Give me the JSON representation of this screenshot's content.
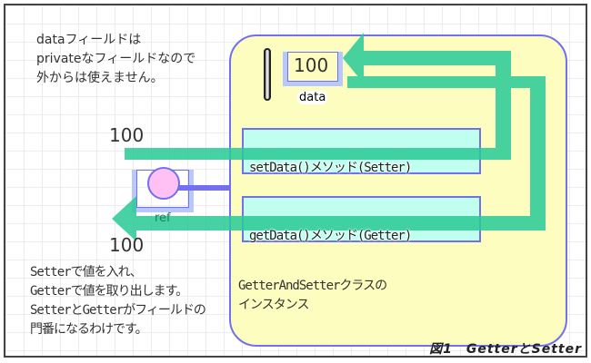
{
  "top_note": [
    "dataフィールドは",
    "privateなフィールドなので",
    "外からは使えません。"
  ],
  "bottom_note": [
    "Setterで値を入れ、",
    "Getterで値を取り出します。",
    "SetterとGetterがフィールドの",
    "門番になるわけです。"
  ],
  "field": {
    "value": "100",
    "label": "data"
  },
  "setter": {
    "label": "setData()メソッド(Setter)",
    "input_value": "100"
  },
  "getter": {
    "label": "getData()メソッド(Getter)",
    "output_value": "100"
  },
  "ref_label": "ref",
  "instance_label": [
    "GetterAndSetterクラスの",
    "インスタンス"
  ],
  "caption": "図1　GetterとSetter",
  "colors": {
    "arrow": "#2ecb98",
    "instance_fill": "#fdfdc0",
    "border": "#7070f0",
    "ref_circle": "#ffc0f4"
  }
}
